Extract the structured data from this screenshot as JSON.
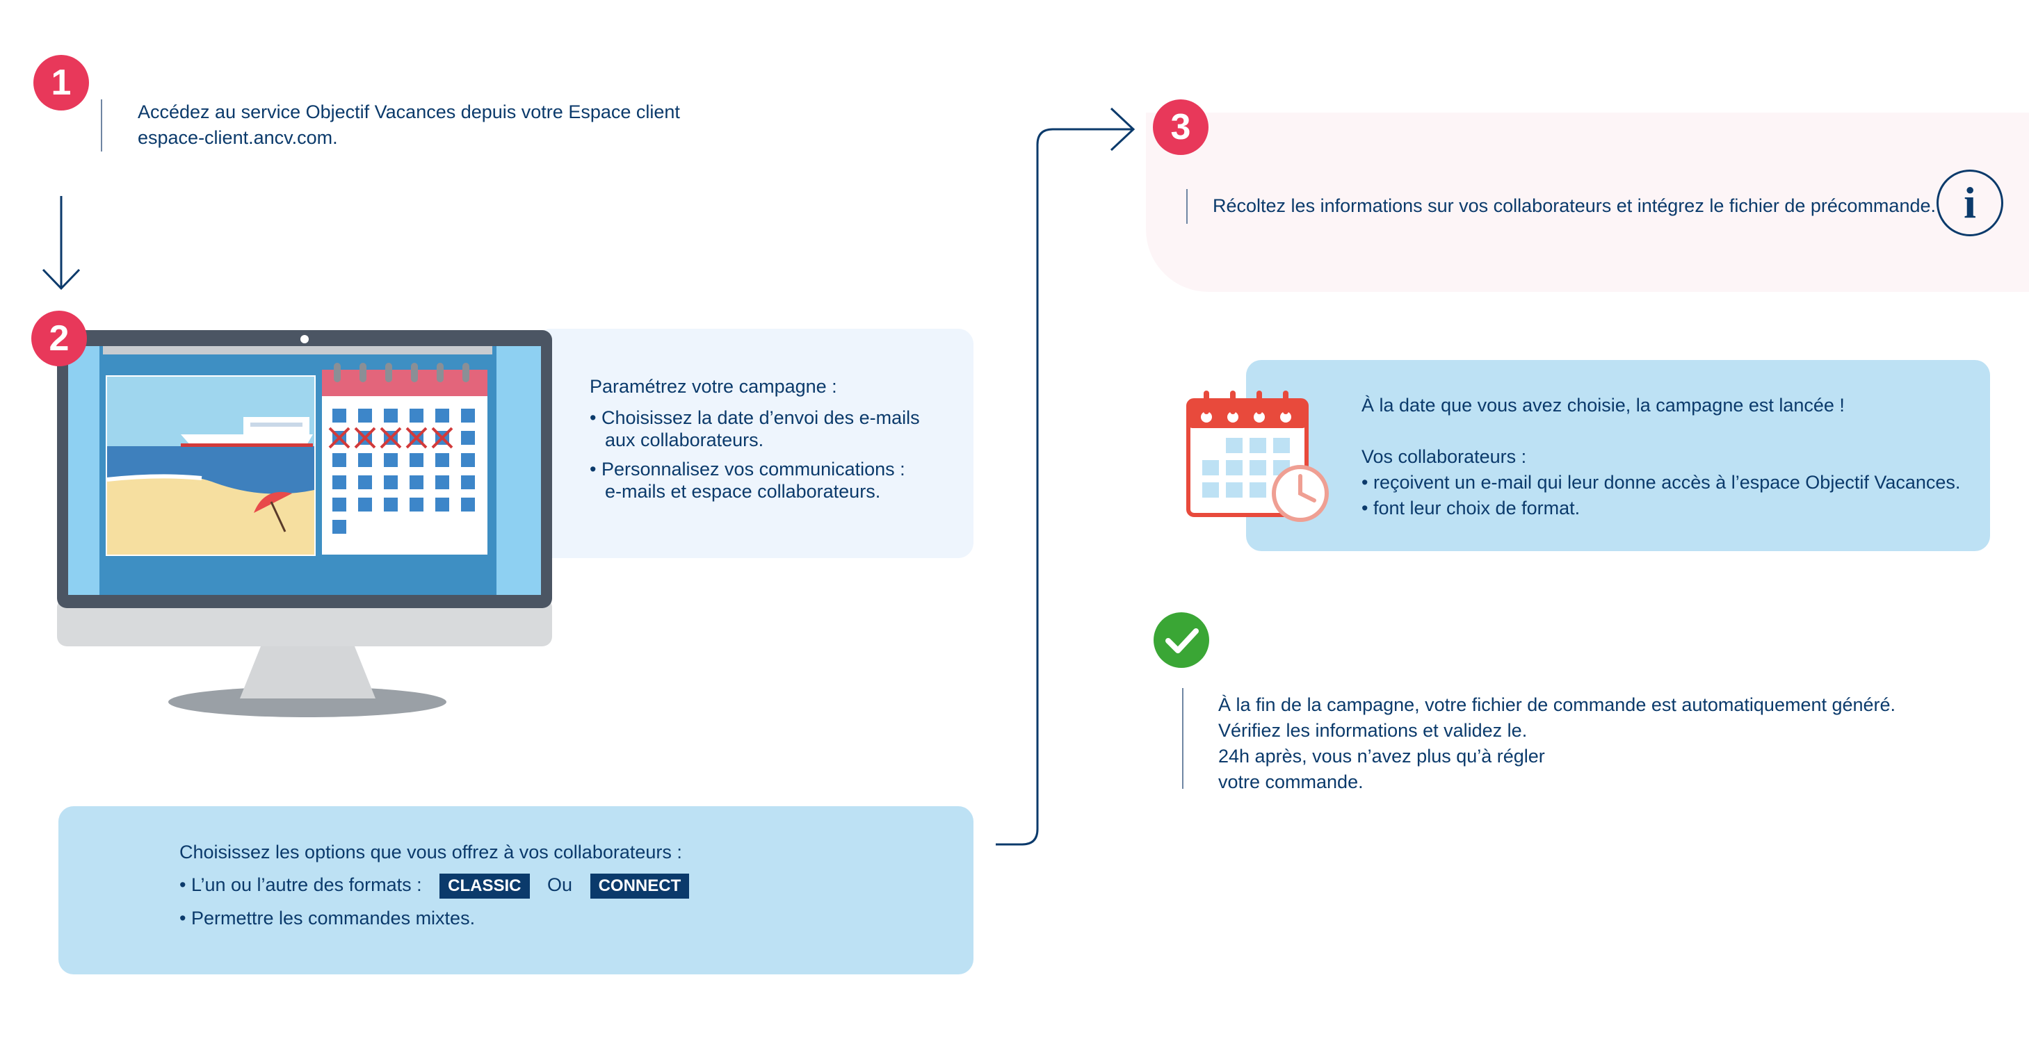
{
  "steps": {
    "step1": {
      "number": "1",
      "lines": [
        "Accédez au service Objectif Vacances depuis votre Espace client",
        "espace-client.ancv.com."
      ]
    },
    "step2": {
      "number": "2",
      "panel1": {
        "heading": "Paramétrez votre campagne :",
        "bullets": [
          "• Choisissez la date d’envoi des e-mails",
          "aux collaborateurs.",
          "• Personnalisez vos communications :",
          "e-mails et espace collaborateurs."
        ]
      },
      "panel2": {
        "heading": "Choisissez les options que vous offrez à vos collaborateurs :",
        "formats_label": "• L’un ou l’autre des formats :",
        "format_classic": "CLASSIC",
        "or_word": "Ou",
        "format_connect": "CONNECT",
        "mixed": "• Permettre les commandes mixtes."
      }
    },
    "step3": {
      "number": "3",
      "text": "Récoltez les informations sur vos collaborateurs et intégrez le fichier de précommande.",
      "info_icon": "i",
      "launch": {
        "line1": "À la date que vous avez choisie, la campagne est lancée !",
        "line2": "Vos collaborateurs :",
        "line3": "• reçoivent un e-mail qui leur donne accès à l’espace Objectif Vacances.",
        "line4": "• font leur choix de format."
      },
      "end": {
        "line1": "À la fin de la campagne, votre fichier de commande est automatiquement généré.",
        "line2": "Vérifiez les informations et validez le.",
        "line3": "24h après, vous n’avez plus qu’à régler",
        "line4": "votre commande."
      }
    }
  },
  "colors": {
    "accent_red": "#e8385a",
    "navy": "#0b3a6b",
    "panel_blue": "#bde1f4",
    "panel_pale": "#eef5fd",
    "check_green": "#3aa635",
    "calendar_red": "#e84a3c"
  },
  "icons": [
    "arrow-down-icon",
    "arrow-right-icon",
    "info-icon",
    "calendar-clock-icon",
    "check-icon",
    "computer-illustration"
  ]
}
